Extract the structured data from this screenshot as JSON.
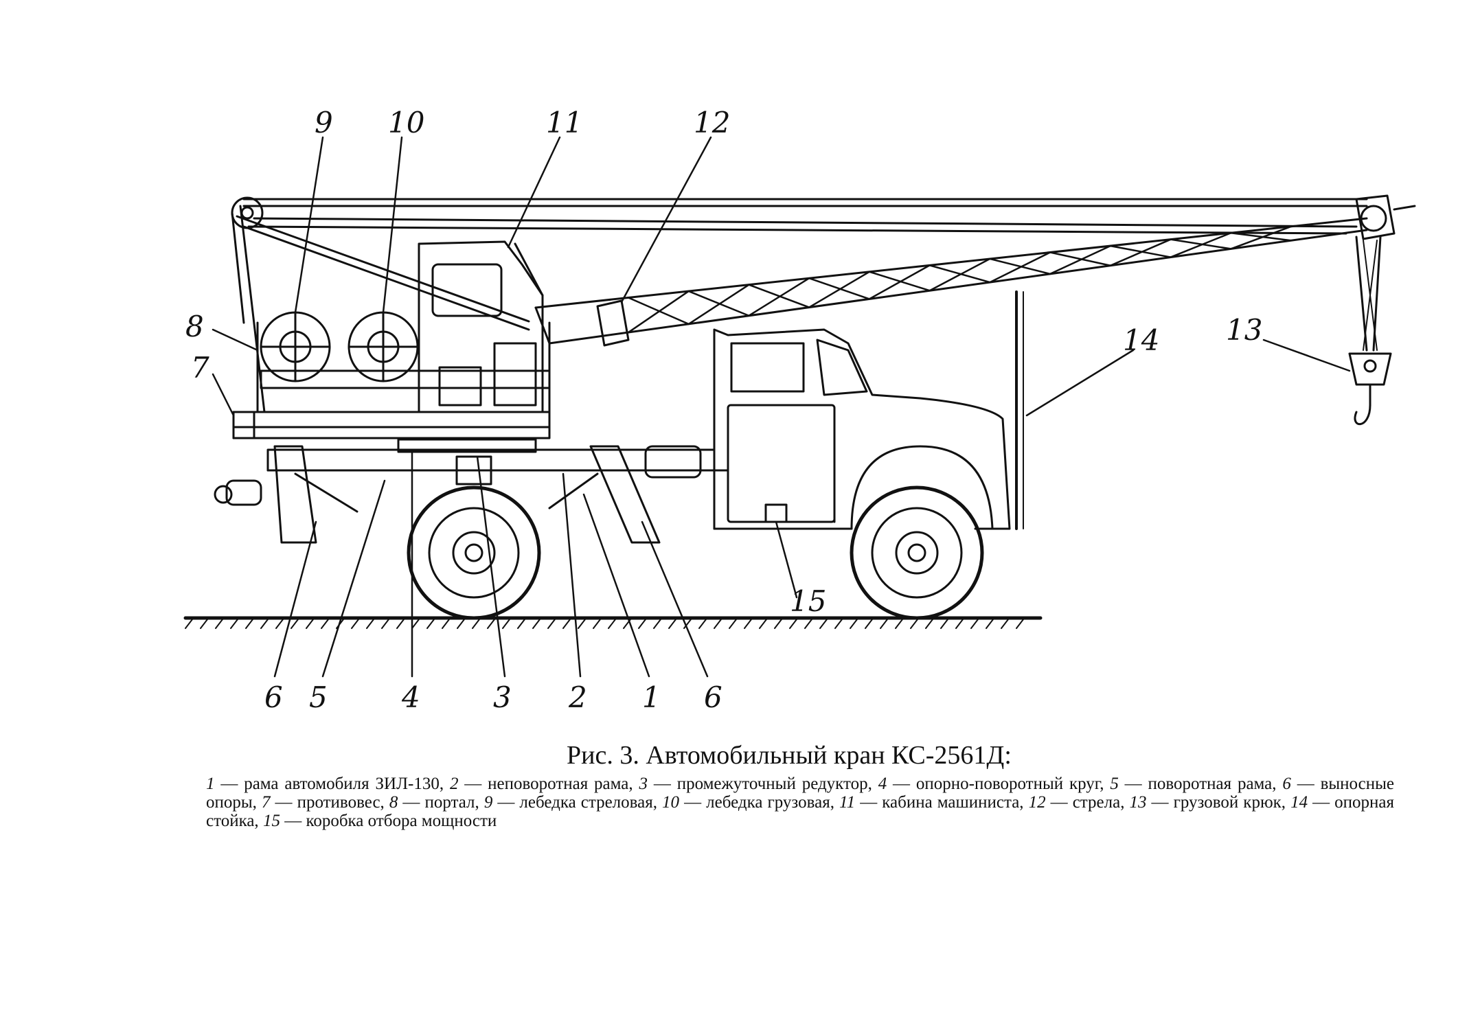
{
  "figure": {
    "callouts": [
      "9",
      "10",
      "11",
      "12",
      "8",
      "7",
      "14",
      "13",
      "15",
      "6",
      "5",
      "4",
      "3",
      "2",
      "1",
      "6"
    ]
  },
  "caption": {
    "title": "Рис. 3. Автомобильный кран КС-2561Д:",
    "legend": [
      {
        "num": "1",
        "text": "рама автомобиля ЗИЛ-130,"
      },
      {
        "num": "2",
        "text": "неповоротная рама,"
      },
      {
        "num": "3",
        "text": "промежуточный редуктор,"
      },
      {
        "num": "4",
        "text": "опорно-поворотный круг,"
      },
      {
        "num": "5",
        "text": "поворотная рама,"
      },
      {
        "num": "6",
        "text": "выносные опоры,"
      },
      {
        "num": "7",
        "text": "противовес,"
      },
      {
        "num": "8",
        "text": "портал,"
      },
      {
        "num": "9",
        "text": "лебедка стреловая,"
      },
      {
        "num": "10",
        "text": "лебедка грузовая,"
      },
      {
        "num": "11",
        "text": "кабина машиниста,"
      },
      {
        "num": "12",
        "text": "стрела,"
      },
      {
        "num": "13",
        "text": "грузовой крюк,"
      },
      {
        "num": "14",
        "text": "опорная стойка,"
      },
      {
        "num": "15",
        "text": "коробка отбора мощности"
      }
    ],
    "separator": " — "
  }
}
